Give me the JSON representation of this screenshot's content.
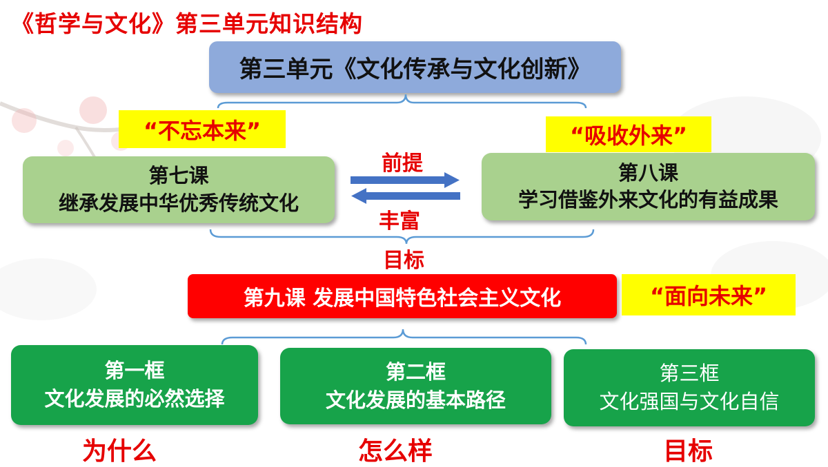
{
  "title": "《哲学与文化》第三单元知识结构",
  "unit": "第三单元《文化传承与文化创新》",
  "highlights": {
    "left": "“不忘本来”",
    "right": "“吸收外来”",
    "future": "“面向未来”"
  },
  "lesson7": {
    "line1": "第七课",
    "line2": "继承发展中华优秀传统文化"
  },
  "lesson8": {
    "line1": "第八课",
    "line2": "学习借鉴外来文化的有益成果"
  },
  "arrows": {
    "premise": "前提",
    "enrich": "丰富",
    "goal": "目标"
  },
  "lesson9": "第九课 发展中国特色社会主义文化",
  "frames": [
    {
      "line1": "第一框",
      "line2": "文化发展的必然选择",
      "label": "为什么"
    },
    {
      "line1": "第二框",
      "line2": "文化发展的基本路径",
      "label": "怎么样"
    },
    {
      "line1": "第三框",
      "line2": "文化强国与文化自信",
      "label": "目标"
    }
  ],
  "colors": {
    "title_red": "#e60000",
    "unit_blue": "#8eaadb",
    "highlight_yellow": "#ffff00",
    "lesson_green_light": "#a9d18e",
    "lesson9_red": "#ff0000",
    "frame_green": "#17a34a",
    "arrow_blue": "#4472c4",
    "bracket_blue": "#5b9bd5"
  }
}
